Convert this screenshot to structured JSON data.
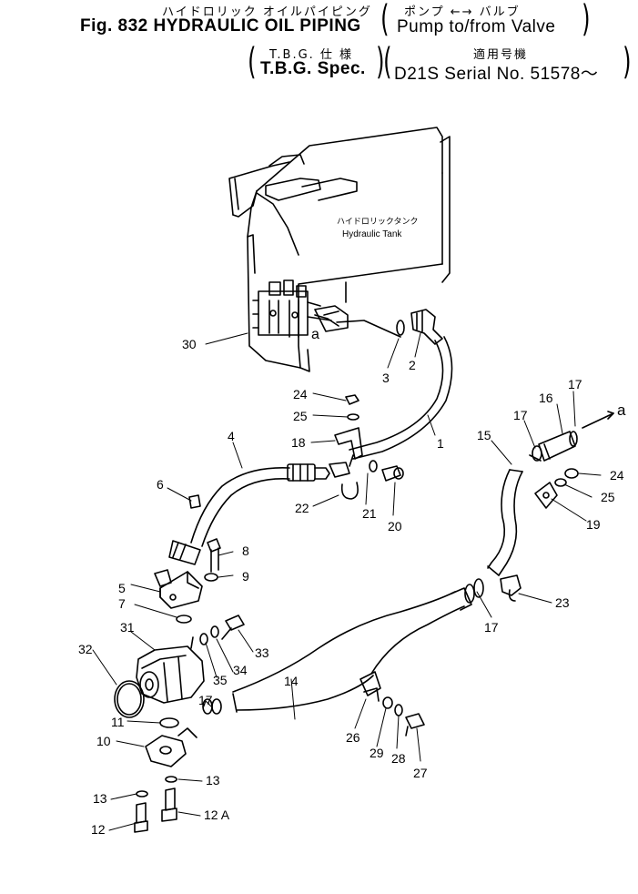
{
  "header": {
    "title_jp": "ハイドロリック オイルパイピング",
    "title_en": "Fig. 832 HYDRAULIC OIL PIPING",
    "subtitle1_jp": "ポンプ ←→ バルブ",
    "subtitle1_en": "Pump to/from Valve",
    "spec_jp": "T.B.G. 仕 様",
    "spec_en": "T.B.G. Spec.",
    "serial_jp": "適用号機",
    "serial_en": "D21S Serial No. 51578～"
  },
  "tank_label": {
    "jp": "ハイドロリックタンク",
    "en": "Hydraulic Tank"
  },
  "callouts": [
    {
      "id": "c30",
      "label": "30"
    },
    {
      "id": "c3",
      "label": "3"
    },
    {
      "id": "c2",
      "label": "2"
    },
    {
      "id": "c24a",
      "label": "24"
    },
    {
      "id": "c25a",
      "label": "25"
    },
    {
      "id": "c18",
      "label": "18"
    },
    {
      "id": "c1",
      "label": "1"
    },
    {
      "id": "c4",
      "label": "4"
    },
    {
      "id": "c6",
      "label": "6"
    },
    {
      "id": "c22",
      "label": "22"
    },
    {
      "id": "c21",
      "label": "21"
    },
    {
      "id": "c20",
      "label": "20"
    },
    {
      "id": "c8",
      "label": "8"
    },
    {
      "id": "c9",
      "label": "9"
    },
    {
      "id": "c5",
      "label": "5"
    },
    {
      "id": "c7",
      "label": "7"
    },
    {
      "id": "c31",
      "label": "31"
    },
    {
      "id": "c32",
      "label": "32"
    },
    {
      "id": "c33",
      "label": "33"
    },
    {
      "id": "c34",
      "label": "34"
    },
    {
      "id": "c35",
      "label": "35"
    },
    {
      "id": "c11",
      "label": "11"
    },
    {
      "id": "c17a",
      "label": "17"
    },
    {
      "id": "c14",
      "label": "14"
    },
    {
      "id": "c10",
      "label": "10"
    },
    {
      "id": "c13a",
      "label": "13"
    },
    {
      "id": "c13b",
      "label": "13"
    },
    {
      "id": "c12",
      "label": "12"
    },
    {
      "id": "c12A",
      "label": "12 A"
    },
    {
      "id": "c26",
      "label": "26"
    },
    {
      "id": "c29",
      "label": "29"
    },
    {
      "id": "c28",
      "label": "28"
    },
    {
      "id": "c27",
      "label": "27"
    },
    {
      "id": "c15",
      "label": "15"
    },
    {
      "id": "c17b",
      "label": "17"
    },
    {
      "id": "c16",
      "label": "16"
    },
    {
      "id": "c17c",
      "label": "17"
    },
    {
      "id": "ca1",
      "label": "a"
    },
    {
      "id": "ca2",
      "label": "a"
    },
    {
      "id": "c24b",
      "label": "24"
    },
    {
      "id": "c25b",
      "label": "25"
    },
    {
      "id": "c19",
      "label": "19"
    },
    {
      "id": "c23",
      "label": "23"
    },
    {
      "id": "c17d",
      "label": "17"
    }
  ]
}
